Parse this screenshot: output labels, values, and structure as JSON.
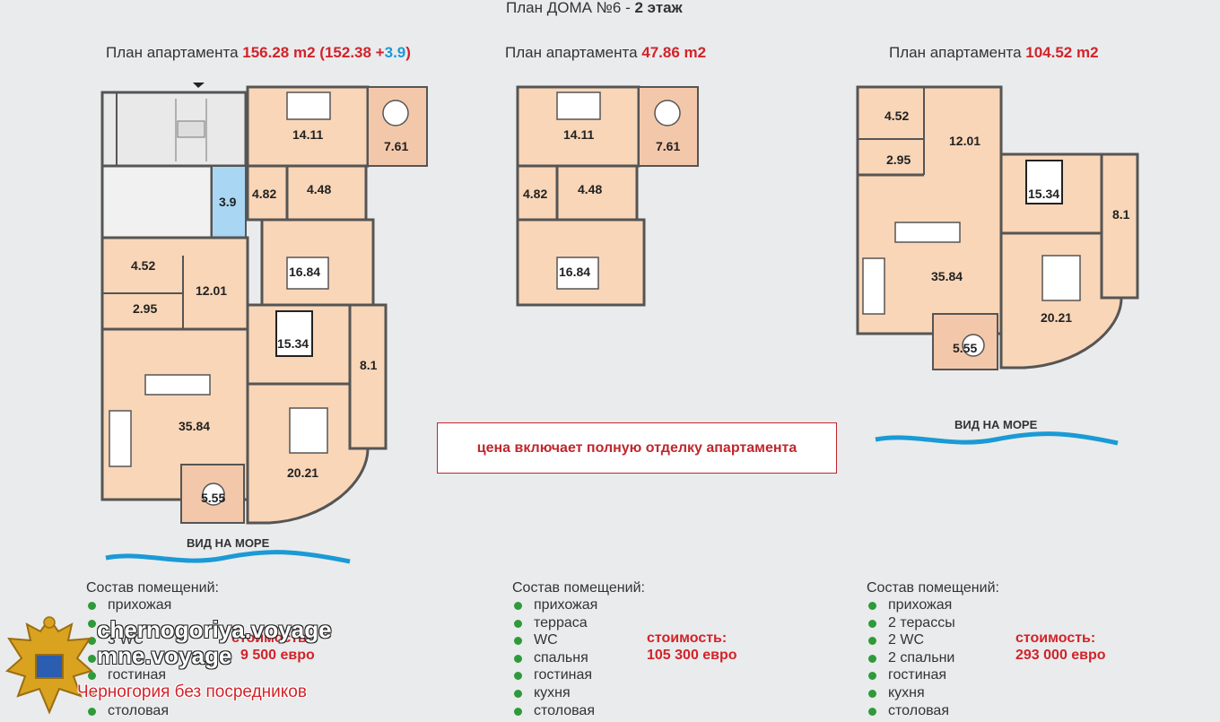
{
  "page_title": "План ДОМА №6 -",
  "page_title_bold": "2 этаж",
  "apt1": {
    "title_prefix": "План апартамента",
    "area": "156.28 m2",
    "paren_open": "(152.38 +",
    "extra": "3.9",
    "paren_close": ")",
    "rooms": [
      "14.11",
      "7.61",
      "4.82",
      "4.48",
      "3.9",
      "16.84",
      "4.52",
      "12.01",
      "2.95",
      "15.34",
      "8.1",
      "35.84",
      "20.21",
      "5.55"
    ],
    "sea_label": "ВИД НА МОРЕ",
    "list_title": "Состав помещений:",
    "items": [
      "прихожая",
      "",
      "3 WC",
      "",
      "гостиная",
      "",
      "столовая"
    ],
    "price_label": "стоимость:",
    "price": "9 500 евро"
  },
  "apt2": {
    "title_prefix": "План апартамента",
    "area": "47.86 m2",
    "rooms": [
      "14.11",
      "7.61",
      "4.82",
      "4.48",
      "16.84"
    ],
    "list_title": "Состав помещений:",
    "items": [
      "прихожая",
      "терраса",
      "WC",
      "спальня",
      "гостиная",
      "кухня",
      "столовая"
    ],
    "price_label": "стоимость:",
    "price": "105 300 евро"
  },
  "apt3": {
    "title_prefix": "План апартамента",
    "area": "104.52 m2",
    "rooms": [
      "4.52",
      "12.01",
      "2.95",
      "15.34",
      "8.1",
      "35.84",
      "20.21",
      "5.55"
    ],
    "sea_label": "ВИД НА МОРЕ",
    "list_title": "Состав помещений:",
    "items": [
      "прихожая",
      "2 терассы",
      "2 WC",
      "2 спальни",
      "гостиная",
      "кухня",
      "столовая"
    ],
    "price_label": "стоимость:",
    "price": "293 000 евро"
  },
  "notice": "цена включает полную отделку апартамента",
  "watermark": {
    "line1": "chernogoriya.voyage",
    "line2": "mne.voyage",
    "line3": "Черногория без посредников"
  },
  "colors": {
    "accent_red": "#d2232a",
    "accent_blue": "#1a9ad6",
    "room_fill": "#f9d6b8",
    "bullet_green": "#2e9a3a",
    "sea_blue": "#1a9ad6"
  }
}
